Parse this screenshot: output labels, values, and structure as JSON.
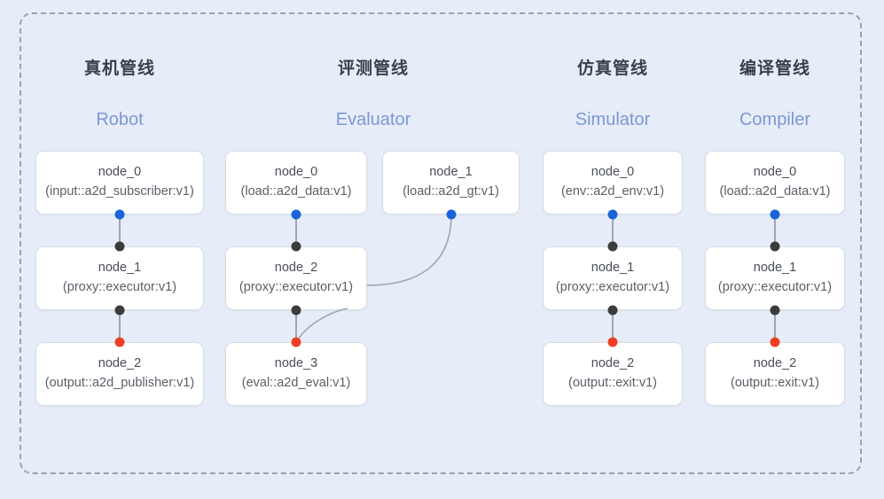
{
  "diagram": {
    "border_color": "#9aa3b2",
    "background_color": "#e6ecf8",
    "columns": [
      {
        "title": "真机管线",
        "subtitle": "Robot",
        "nodes": [
          {
            "id": "node_0",
            "spec": "(input::a2d_subscriber:v1)"
          },
          {
            "id": "node_1",
            "spec": "(proxy::executor:v1)"
          },
          {
            "id": "node_2",
            "spec": "(output::a2d_publisher:v1)"
          }
        ]
      },
      {
        "title": "评测管线",
        "subtitle": "Evaluator",
        "nodes": [
          {
            "id": "node_0",
            "spec": "(load::a2d_data:v1)"
          },
          {
            "id": "node_2",
            "spec": "(proxy::executor:v1)"
          },
          {
            "id": "node_3",
            "spec": "(eval::a2d_eval:v1)"
          }
        ],
        "side_nodes": [
          {
            "id": "node_1",
            "spec": "(load::a2d_gt:v1)"
          }
        ]
      },
      {
        "title": "仿真管线",
        "subtitle": "Simulator",
        "nodes": [
          {
            "id": "node_0",
            "spec": "(env::a2d_env:v1)"
          },
          {
            "id": "node_1",
            "spec": "(proxy::executor:v1)"
          },
          {
            "id": "node_2",
            "spec": "(output::exit:v1)"
          }
        ]
      },
      {
        "title": "编译管线",
        "subtitle": "Compiler",
        "nodes": [
          {
            "id": "node_0",
            "spec": "(load::a2d_data:v1)"
          },
          {
            "id": "node_1",
            "spec": "(proxy::executor:v1)"
          },
          {
            "id": "node_2",
            "spec": "(output::exit:v1)"
          }
        ]
      }
    ],
    "port_colors": {
      "output": "#1a64d8",
      "input": "#3c3c3c",
      "terminal": "#ef4026"
    }
  }
}
